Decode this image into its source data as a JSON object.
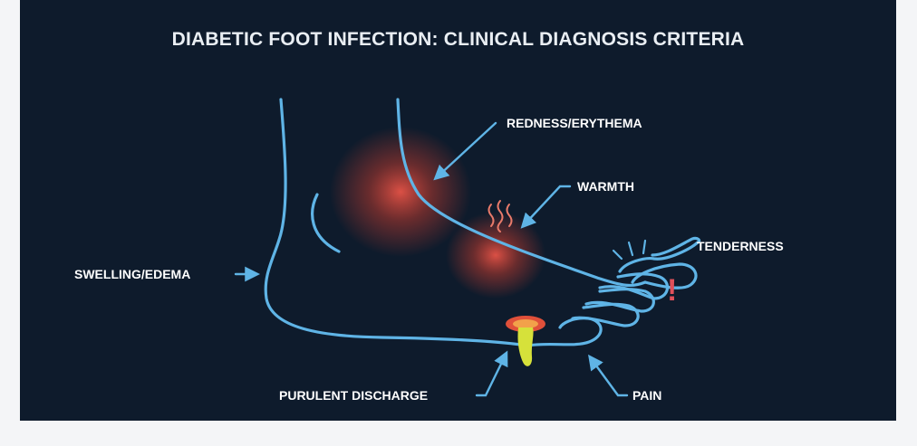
{
  "title": "DIABETIC FOOT INFECTION: CLINICAL DIAGNOSIS CRITERIA",
  "labels": {
    "redness": "REDNESS/ERYTHEMA",
    "warmth": "WARMTH",
    "tenderness": "TENDERNESS",
    "swelling": "SWELLING/EDEMA",
    "discharge": "PURULENT DISCHARGE",
    "pain": "PAIN"
  },
  "tenderness_mark": "!",
  "colors": {
    "background": "#0e1b2c",
    "outline": "#5fb4e6",
    "glow": "#ff5a4a",
    "pus": "#d6e13a",
    "alert": "#e0505a"
  }
}
